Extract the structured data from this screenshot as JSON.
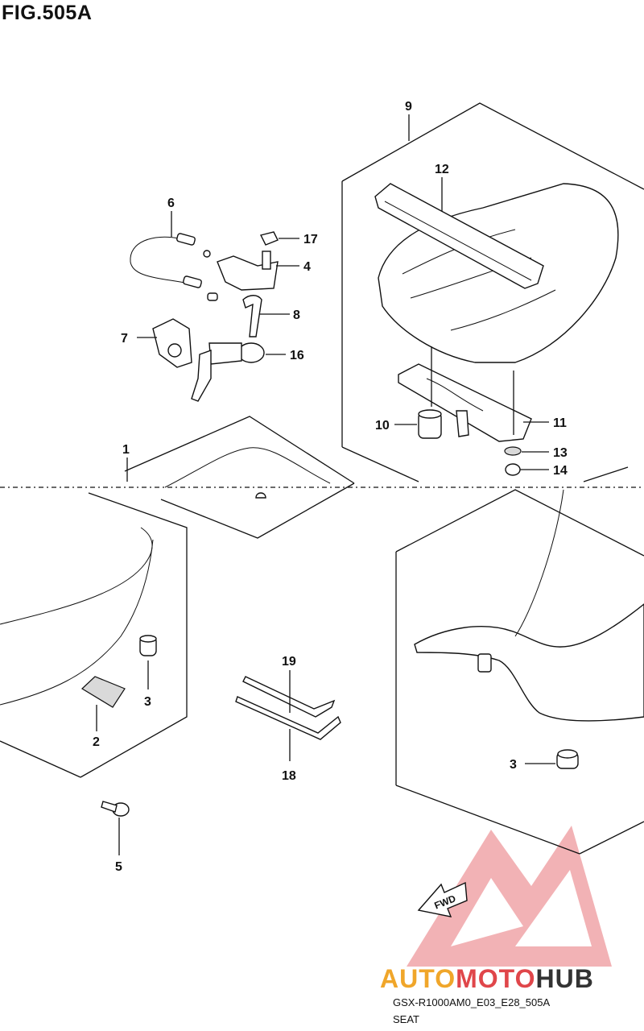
{
  "figure": {
    "title": "FIG.505A",
    "code": "GSX-R1000AM0_E03_E28_505A",
    "name": "SEAT"
  },
  "callouts": [
    "1",
    "2",
    "3",
    "3",
    "4",
    "5",
    "6",
    "7",
    "8",
    "9",
    "10",
    "11",
    "12",
    "13",
    "14",
    "16",
    "17",
    "18",
    "19"
  ],
  "watermark": {
    "brand_part1": "AUTO",
    "brand_part2": "MOTO",
    "brand_part3": "HUB",
    "colors": {
      "orange": "#f0a62a",
      "red": "#e0464a",
      "dark": "#333333"
    }
  },
  "fwd_arrow_label": "FWD"
}
